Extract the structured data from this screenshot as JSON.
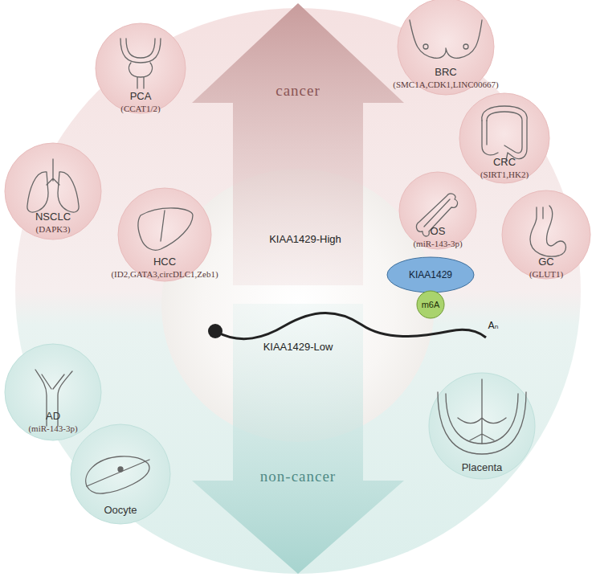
{
  "diagram": {
    "nodes": [
      {
        "text": [
          "PCA",
          "(CCAT1/2)"
        ]
      },
      {
        "text": [
          "BRC",
          "(SMC1A,CDK1,LINC00667)"
        ]
      },
      {
        "text": [
          "CRC",
          "(SIRT1,HK2)"
        ]
      },
      {
        "text": [
          "NSCLC",
          "(DAPK3)"
        ]
      },
      {
        "text": [
          "HCC",
          "(ID2,GATA3,circDLC1,Zeb1)"
        ]
      },
      {
        "text": [
          "OS",
          "(miR-143-3p)"
        ]
      },
      {
        "text": [
          "GC",
          "(GLUT1)"
        ]
      },
      {
        "text": [
          "AD",
          "(miR-143-3p)"
        ]
      },
      {
        "text": [
          "Oocyte"
        ]
      },
      {
        "text": [
          "Placenta"
        ]
      },
      {
        "text": [
          "KIAA1429"
        ]
      },
      {
        "text": [
          "m6A"
        ]
      }
    ],
    "labels": [
      "cancer",
      "KIAA1429-High",
      "KIAA1429-Low",
      "Aₙ",
      "non-cancer"
    ]
  }
}
